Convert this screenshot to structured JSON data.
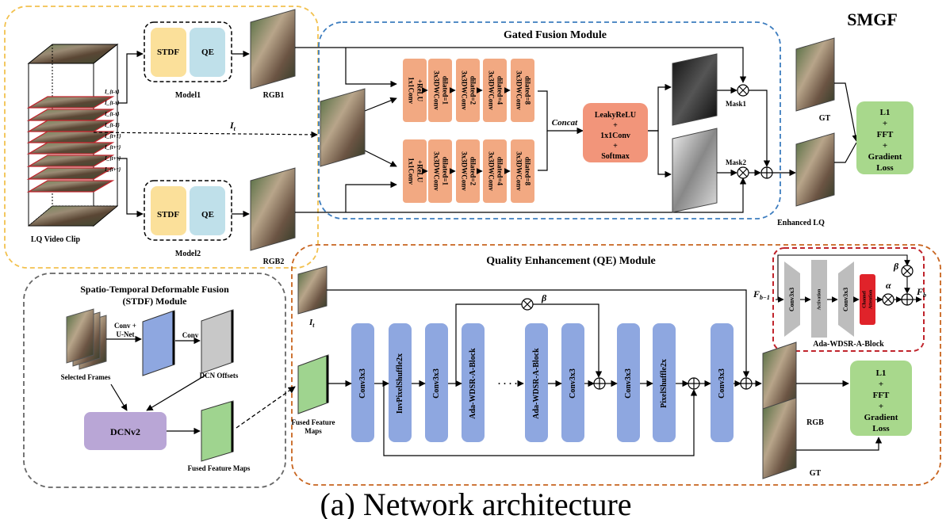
{
  "title": "SMGF",
  "caption": "(a) Network architecture",
  "lq_clip": {
    "label": "LQ Video Clip",
    "frame_labels": [
      "I_{t-τ}",
      "I_{t-τ}",
      "I_{t-τ}",
      "I_{t-1}",
      "I_{t+1}",
      "I_{t+τ}",
      "I_{t+τ}",
      "I_{t+τ}"
    ],
    "it_label": "I_t"
  },
  "model1": {
    "label": "Model1",
    "stdf": "STDF",
    "qe": "QE",
    "out": "RGB1"
  },
  "model2": {
    "label": "Model2",
    "stdf": "STDF",
    "qe": "QE",
    "out": "RGB2"
  },
  "gfm": {
    "title": "Gated Fusion Module",
    "branch_blocks": [
      "1x1Conv\n+ReLU",
      "3x3DWConv\ndilated=1",
      "3x3DWConv\ndilated=2",
      "3x3DWConv\ndilated=4",
      "3x3DWConv\ndilated=8"
    ],
    "concat": "Concat",
    "fuse_lines": [
      "LeakyReLU",
      "+",
      "1x1Conv",
      "+",
      "Softmax"
    ],
    "mask1": "Mask1",
    "mask2": "Mask2"
  },
  "output": {
    "gt": "GT",
    "enhanced": "Enhanced LQ",
    "loss_lines": [
      "L1",
      "+",
      "FFT",
      "+",
      "Gradient",
      "Loss"
    ]
  },
  "stdf": {
    "title_line1": "Spatio-Temporal Deformable Fusion",
    "title_line2": "(STDF) Module",
    "conv_unet": "Conv +\nU-Net",
    "conv": "Conv",
    "selected_frames": "Selected Frames",
    "dcn_offsets": "DCN Offsets",
    "dcnv2": "DCNv2",
    "fused_maps": "Fused Feature Maps"
  },
  "qe": {
    "title": "Quality Enhancement (QE) Module",
    "it_label": "I_t",
    "fused_maps": "Fused Feature\nMaps",
    "blocks": [
      "Conv3x3",
      "InvPixelShuffle2x",
      "Conv3x3",
      "Ada-WDSR-A-Block",
      "Ada-WDSR-A-Block",
      "Conv3x3",
      "Conv3x3",
      "PixelShuffle2x",
      "Conv3x3"
    ],
    "dots": "· · · ·",
    "beta": "β",
    "rgb": "RGB",
    "gt": "GT",
    "loss_lines": [
      "L1",
      "+",
      "FFT",
      "+",
      "Gradient",
      "Loss"
    ]
  },
  "ada": {
    "title": "Ada-WDSR-A-Block",
    "f_in": "F_{b-1}",
    "f_out": "F_b",
    "blocks": [
      "Conv3x3",
      "Activation",
      "Conv3x3"
    ],
    "ca": "Channel\nAttention",
    "alpha": "α",
    "beta": "β"
  },
  "colors": {
    "yellow_border": "#f2c14e",
    "blue_border": "#3d7dbf",
    "orange_border": "#c8641e",
    "gray_border": "#666666",
    "red_border": "#c0242c",
    "stdf_fill": "#fbe09a",
    "qe_fill": "#bfe0ea",
    "gfm_block": "#f2a982",
    "fuse_block": "#f2957a",
    "qe_block": "#8ea7e0",
    "loss_fill": "#a8d88c",
    "dcn_fill": "#b9a6d6",
    "feat_green": "#9fd48f",
    "feat_blue": "#8ea7e0",
    "ca_red": "#e0232a",
    "ada_gray": "#bdbdbd"
  }
}
